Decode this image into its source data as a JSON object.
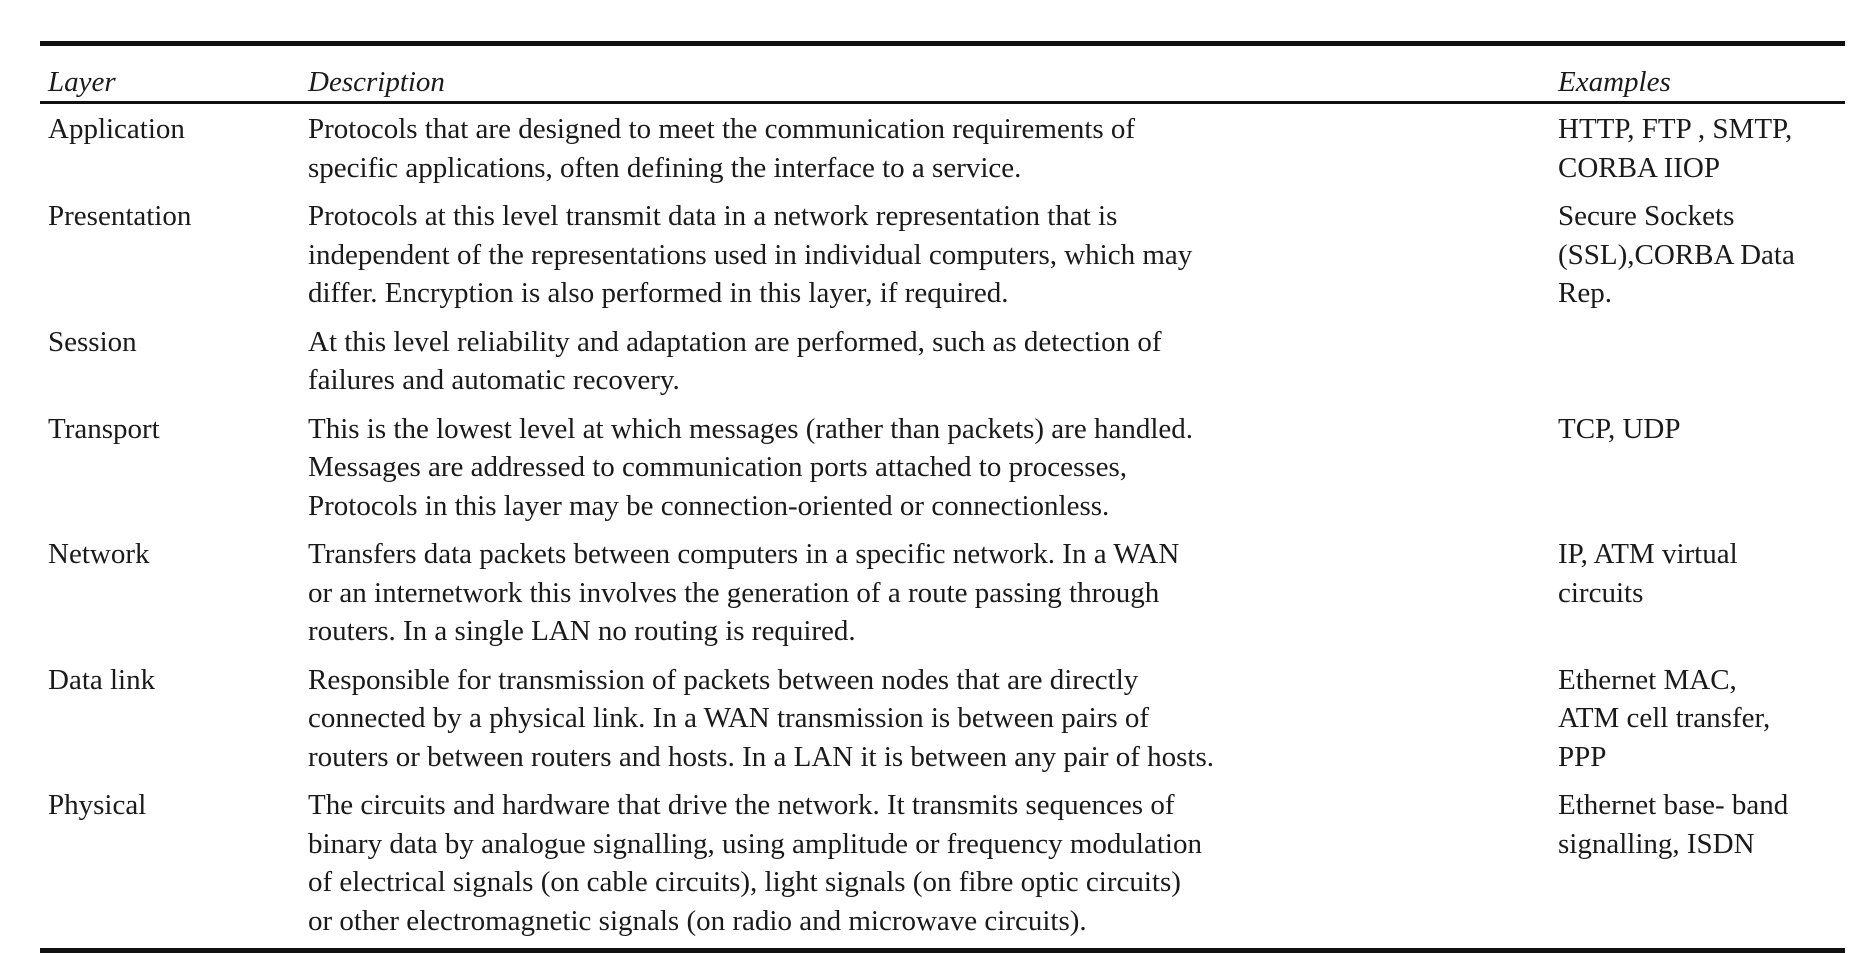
{
  "table": {
    "headers": {
      "layer": "Layer",
      "description": "Description",
      "examples": "Examples"
    },
    "rows": [
      {
        "layer": "Application",
        "description": "Protocols that are designed to meet the communication requirements of\nspecific applications, often defining the interface to a service.",
        "examples": "HTTP,  FTP , SMTP,\nCORBA IIOP"
      },
      {
        "layer": "Presentation",
        "description": "Protocols at this level transmit data in a network representation that is\nindependent of the representations used in individual computers, which may\ndiffer. Encryption is also performed in this layer, if required.",
        "examples": "Secure Sockets\n(SSL),CORBA Data\nRep."
      },
      {
        "layer": "Session",
        "description": "At this level reliability and adaptation are performed, such as detection of\nfailures and automatic recovery.",
        "examples": ""
      },
      {
        "layer": "Transport",
        "description": "This is the lowest level at which messages (rather than packets) are handled.\nMessages are addressed to communication ports attached to processes,\nProtocols in this layer may be connection-oriented or connectionless.",
        "examples": "TCP,   UDP"
      },
      {
        "layer": "Network",
        "description": "Transfers data packets between computers in a specific network. In a WAN\nor an internetwork this involves the generation of a route passing through\nrouters. In a single LAN no routing is required.",
        "examples": "IP,  ATM virtual\ncircuits"
      },
      {
        "layer": "Data link",
        "description": "Responsible for transmission of packets between nodes that are directly\nconnected by a physical link. In a WAN transmission is between pairs of\nrouters or between routers and hosts. In a LAN it is between any pair of hosts.",
        "examples": "Ethernet MAC,\nATM cell transfer,\nPPP"
      },
      {
        "layer": "Physical",
        "description": "The circuits and hardware that drive the network. It transmits sequences of\nbinary data by analogue signalling, using amplitude or frequency modulation\nof electrical signals (on cable circuits), light signals (on fibre optic circuits)\nor other electromagnetic signals (on radio and microwave circuits).",
        "examples": "Ethernet base- band\nsignalling,     ISDN"
      }
    ]
  }
}
